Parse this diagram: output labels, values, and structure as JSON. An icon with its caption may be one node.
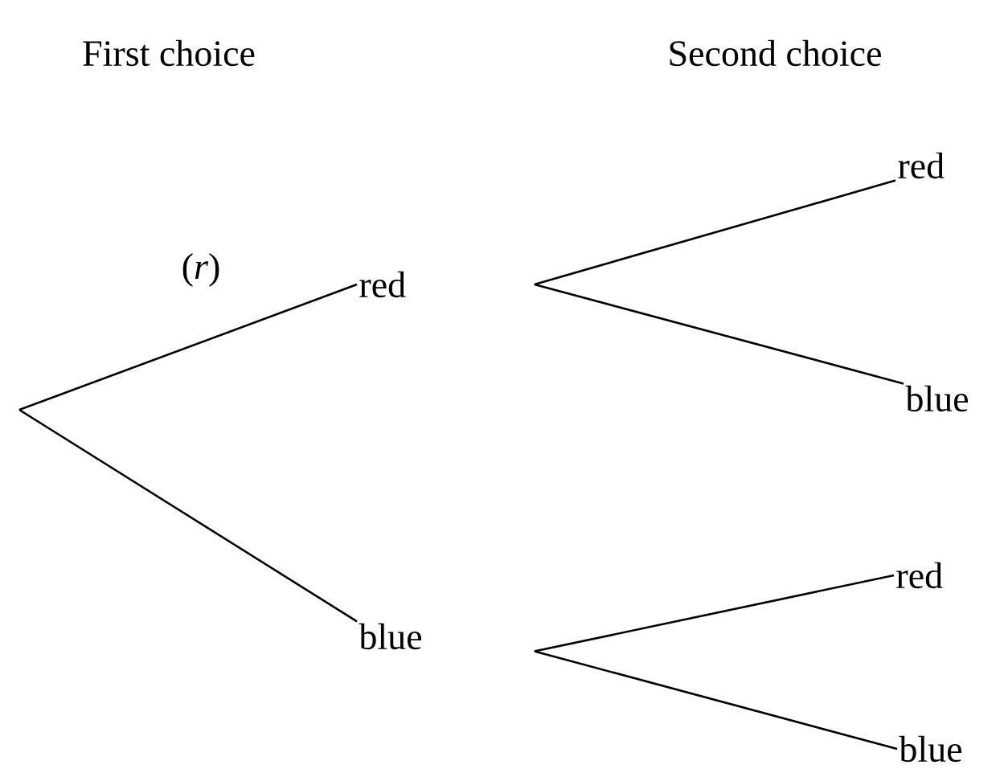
{
  "diagram": {
    "nodes": [
      {
        "text": [
          "red"
        ]
      },
      {
        "text": [
          "blue"
        ]
      },
      {
        "text": [
          "red"
        ]
      },
      {
        "text": [
          "blue"
        ]
      },
      {
        "text": [
          "red"
        ]
      },
      {
        "text": [
          "blue"
        ]
      }
    ],
    "edges": [
      {
        "from": null,
        "to": 0,
        "arrow": "none",
        "label": "(*r*)"
      },
      {
        "from": null,
        "to": 1,
        "arrow": "none"
      },
      {
        "from": 0,
        "to": 2,
        "arrow": "none"
      },
      {
        "from": 0,
        "to": 3,
        "arrow": "none"
      },
      {
        "from": 1,
        "to": 4,
        "arrow": "none"
      },
      {
        "from": 1,
        "to": 5,
        "arrow": "none"
      }
    ],
    "labels": [
      "First choice",
      "Second choice"
    ]
  }
}
